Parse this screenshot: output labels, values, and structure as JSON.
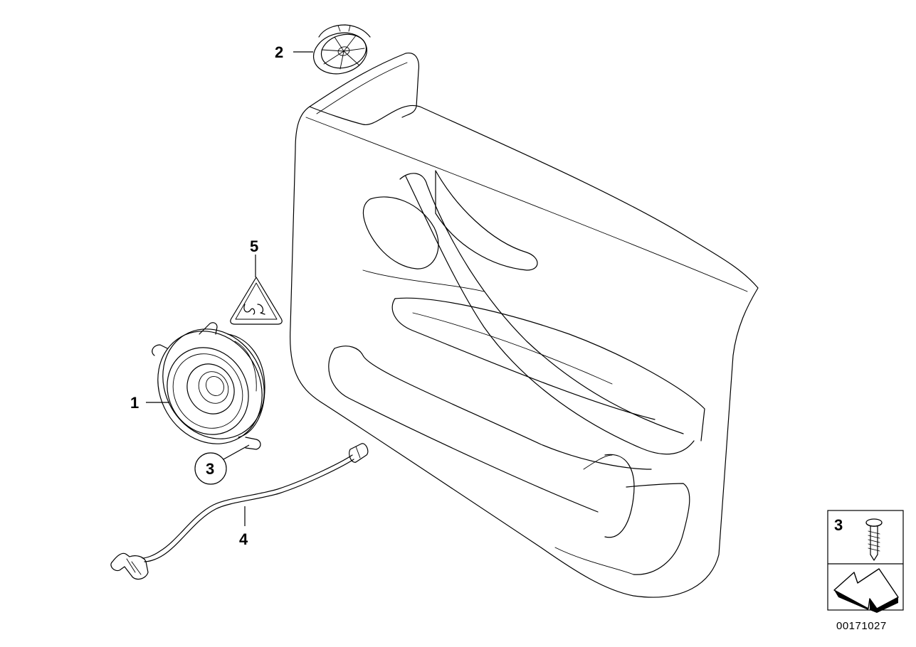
{
  "callouts": {
    "speaker": "1",
    "tweeter": "2",
    "screw": "3",
    "cable": "4",
    "label": "5"
  },
  "legend": {
    "item_number": "3"
  },
  "reference_number": "00171027",
  "icons": {
    "part_1": "speaker-icon",
    "part_2": "tweeter-icon",
    "part_3": "screw-icon",
    "part_4": "cable-icon",
    "part_5": "warning-label-icon",
    "door": "door-panel-icon",
    "arrow": "direction-arrow-icon"
  }
}
